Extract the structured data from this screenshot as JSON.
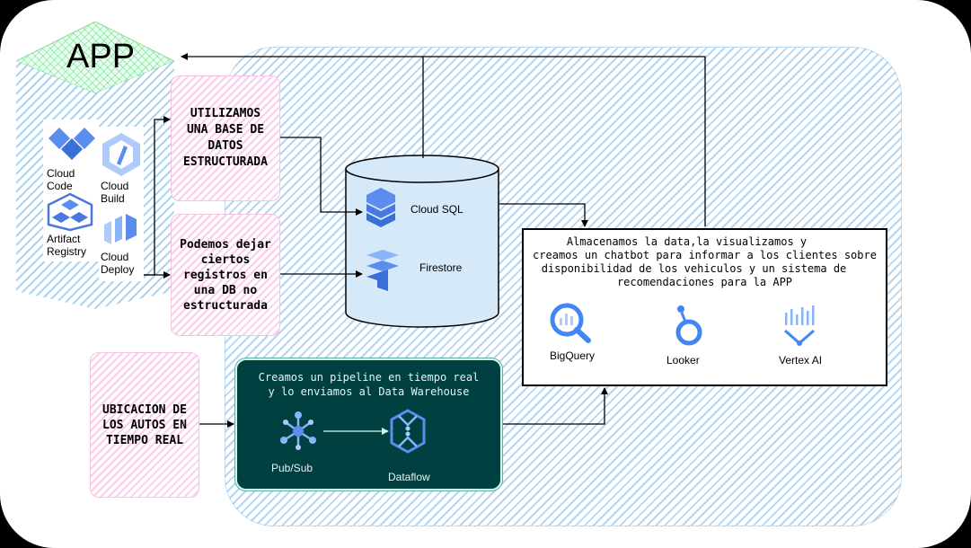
{
  "app": {
    "title": "APP"
  },
  "tools": {
    "cloud_code": "Cloud\nCode",
    "cloud_build": "Cloud\nBuild",
    "artifact_registry": "Artifact\nRegistry",
    "cloud_deploy": "Cloud\nDeploy"
  },
  "boxes": {
    "structured_db": "UTILIZAMOS UNA BASE DE DATOS ESTRUCTURADA",
    "unstructured_db": "Podemos dejar ciertos registros en una DB no estructurada",
    "location": "UBICACION DE LOS AUTOS EN TIEMPO REAL"
  },
  "database": {
    "cloud_sql": "Cloud SQL",
    "firestore": "Firestore"
  },
  "analytics": {
    "line1": "Almacenamos la data,la visualizamos y",
    "line2": "creamos un chatbot para informar a los clientes sobre",
    "line3": "disponibilidad de los vehiculos y un sistema de",
    "line4": "recomendaciones para la APP",
    "bigquery": "BigQuery",
    "looker": "Looker",
    "vertex": "Vertex AI"
  },
  "pipeline": {
    "line1": "Creamos un pipeline en tiempo real",
    "line2": "y lo enviamos al Data Warehouse",
    "pubsub": "Pub/Sub",
    "dataflow": "Dataflow"
  },
  "colors": {
    "hatch_blue": "#78b4e6",
    "hatch_pink": "#ffa0dc",
    "pipeline_bg": "#004040",
    "google_blue": "#4285f4"
  }
}
